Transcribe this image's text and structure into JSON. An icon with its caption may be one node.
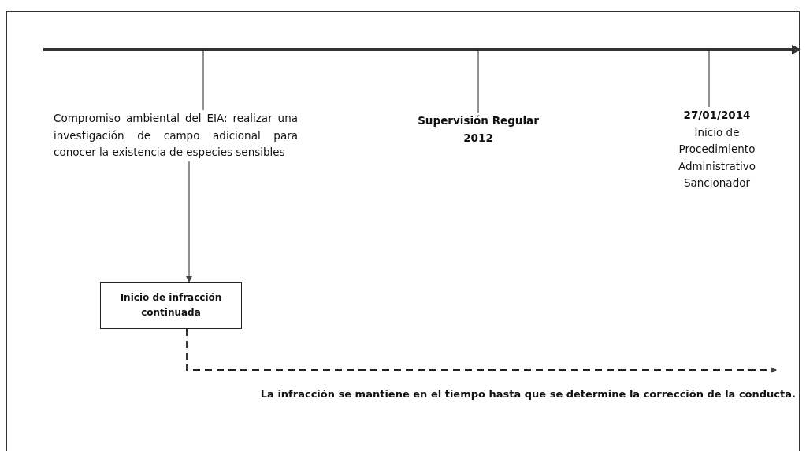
{
  "diagram": {
    "nodes": [
      {
        "text": [
          "Compromiso ambiental del EIA: realizar una investigación de campo adicional para conocer la existencia de especies sensibles"
        ]
      },
      {
        "text": [
          "Supervisión Regular 2012"
        ]
      },
      {
        "text": [
          "27/01/2014",
          "Inicio de Procedimiento Administrativo Sancionador"
        ]
      },
      {
        "text": [
          "Inicio de infracción continuada"
        ]
      }
    ],
    "edges": [
      {
        "from": 0,
        "to": null,
        "arrow": "none"
      },
      {
        "from": 1,
        "to": null,
        "arrow": "none"
      },
      {
        "from": 2,
        "to": null,
        "arrow": "none"
      },
      {
        "from": 0,
        "to": 3,
        "arrow": "to"
      },
      {
        "from": 3,
        "to": null,
        "arrow": "to",
        "style": "dashed"
      }
    ],
    "labels": [
      "La infracción se mantiene en el tiempo hasta que se determine la corrección de la conducta."
    ]
  }
}
